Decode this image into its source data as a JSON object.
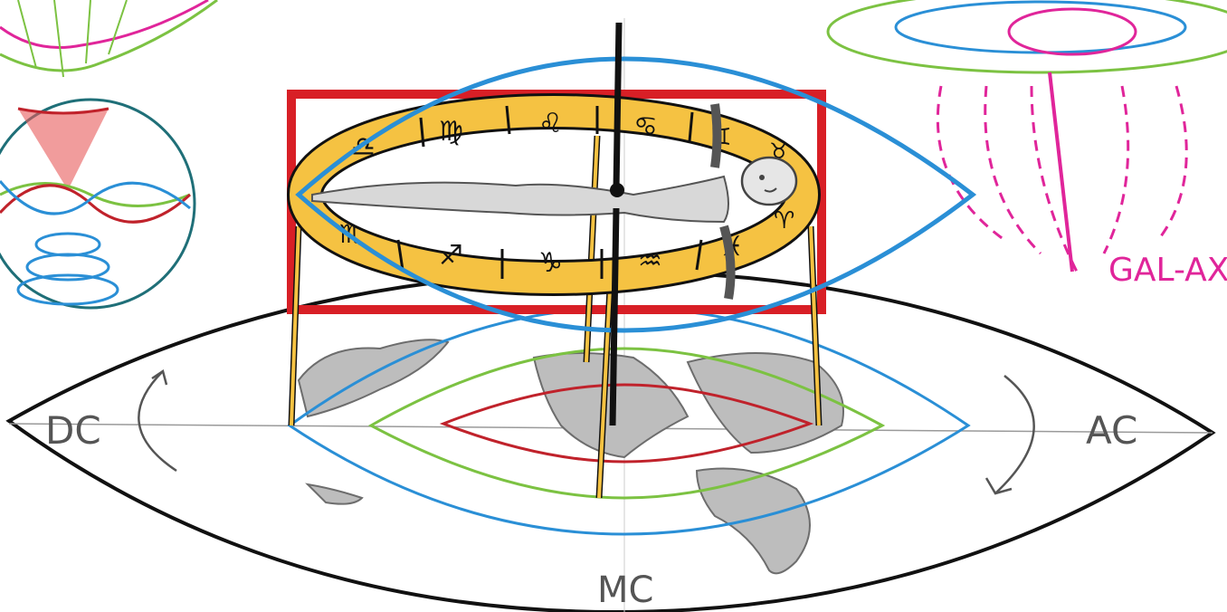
{
  "labels": {
    "dc": "DC",
    "ac": "AC",
    "mc": "MC",
    "gal_axis": "GAL-AX"
  },
  "zodiac": {
    "top": [
      "♎",
      "♍",
      "♌",
      "♋",
      "♊",
      "♉"
    ],
    "bottom": [
      "♏",
      "♐",
      "♑",
      "♒",
      "♓",
      "♈"
    ]
  },
  "colors": {
    "frame": "#d81f26",
    "zodiac_band": "#f5c242",
    "horizon_blue": "#2a8fd6",
    "ring_green": "#7cc242",
    "ring_red": "#c0222b",
    "galaxy_pink": "#e0259a",
    "axis": "#111111",
    "land": "#bdbdbd"
  }
}
